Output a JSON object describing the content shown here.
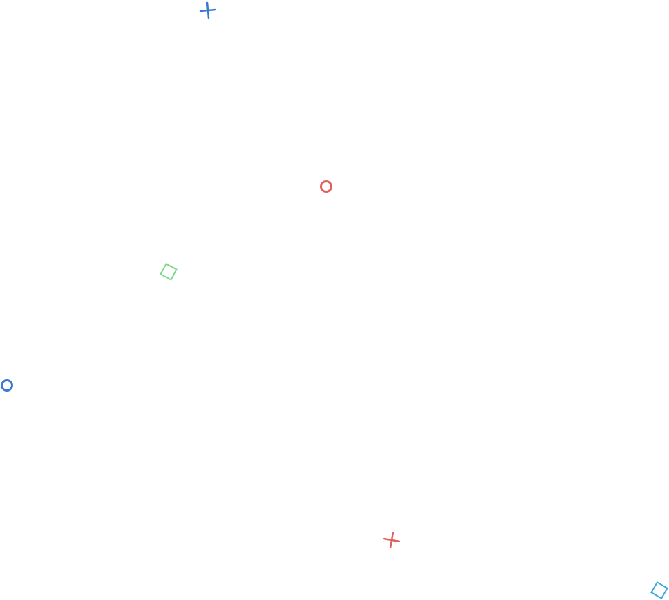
{
  "colors": {
    "blue": "#3a78d4",
    "red": "#e0605e",
    "green": "#7ed88a",
    "cyan": "#3aa8e0"
  },
  "shapes": [
    {
      "name": "blue-plus-icon",
      "kind": "plus",
      "color": "blue"
    },
    {
      "name": "red-ring-icon",
      "kind": "ring",
      "color": "red"
    },
    {
      "name": "green-diamond-icon",
      "kind": "diamond",
      "color": "green"
    },
    {
      "name": "blue-ring-icon",
      "kind": "ring",
      "color": "blue"
    },
    {
      "name": "red-plus-icon",
      "kind": "plus",
      "color": "red"
    },
    {
      "name": "cyan-diamond-icon",
      "kind": "diamond",
      "color": "cyan"
    }
  ]
}
